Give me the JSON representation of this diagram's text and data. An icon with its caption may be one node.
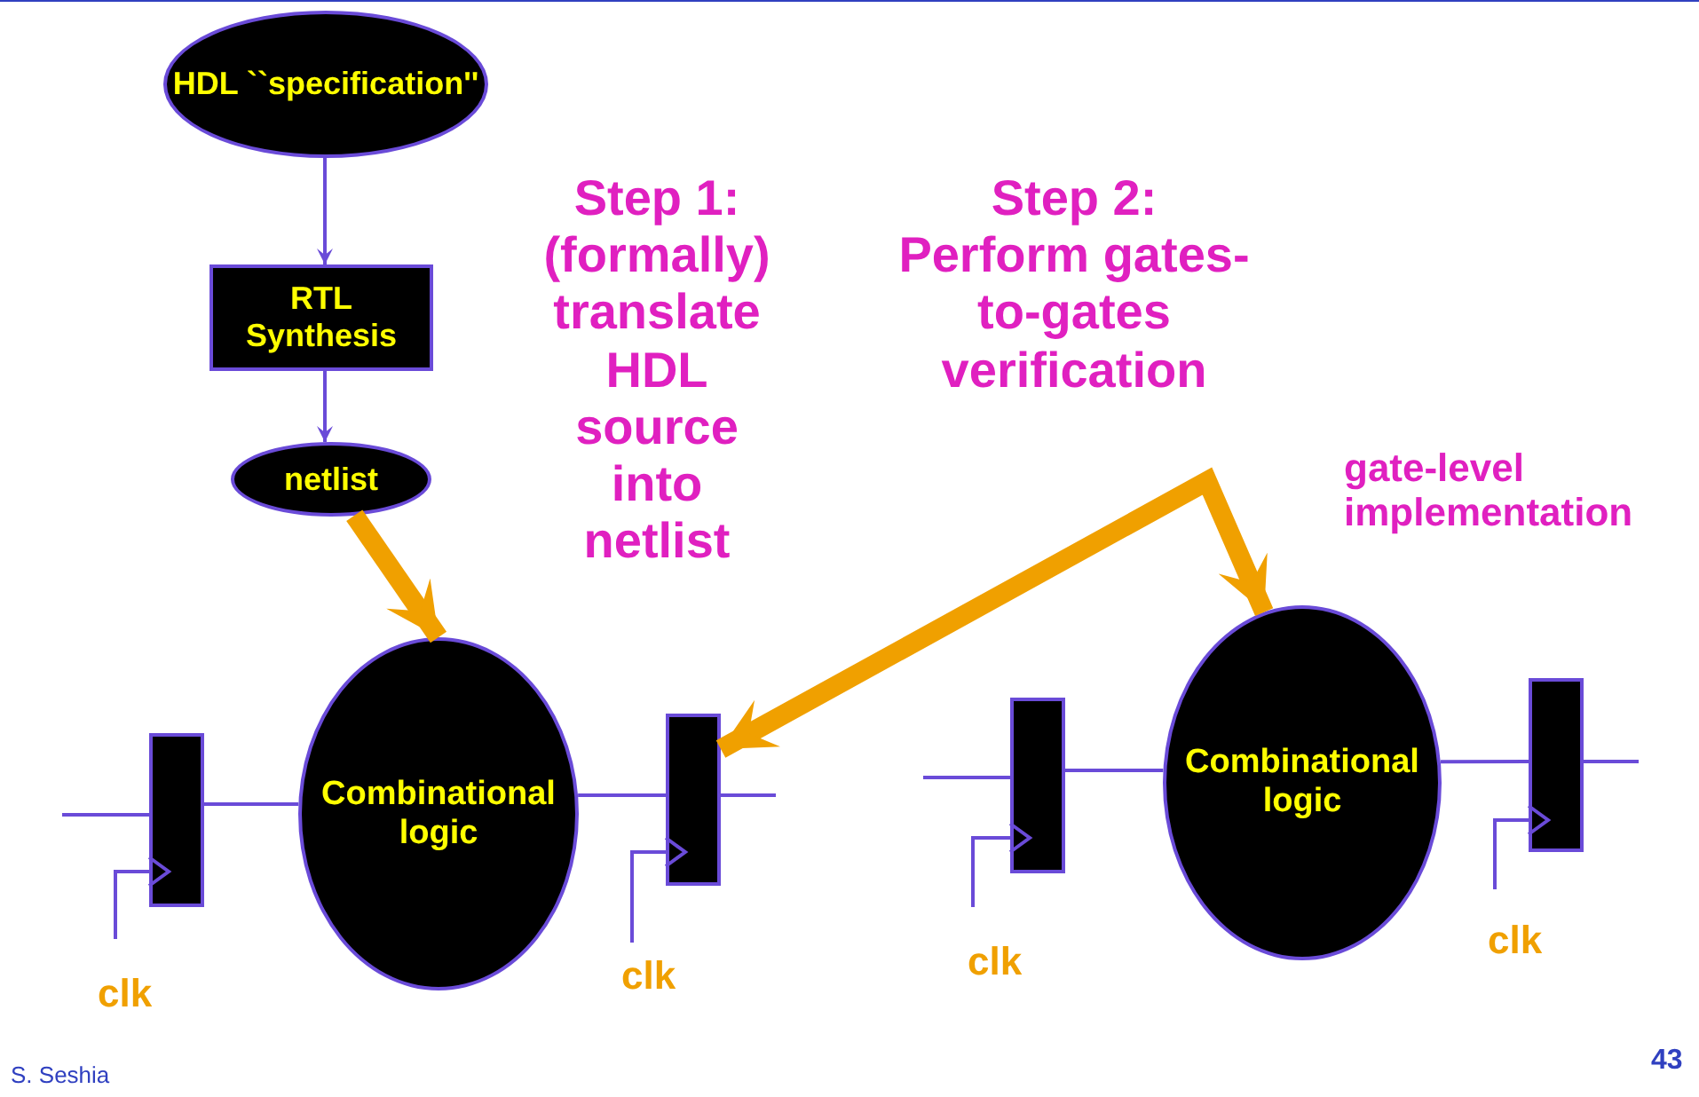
{
  "diagram": {
    "nodes": [
      {
        "text": [
          "HDL ``specification''"
        ]
      },
      {
        "text": [
          "RTL Synthesis"
        ]
      },
      {
        "text": [
          "netlist"
        ]
      },
      {
        "text": [],
        "shape": "box"
      },
      {
        "text": [
          "Combinational logic"
        ]
      },
      {
        "text": [],
        "shape": "box"
      },
      {
        "text": [],
        "shape": "box"
      },
      {
        "text": [
          "Combinational logic"
        ]
      },
      {
        "text": [],
        "shape": "box"
      }
    ],
    "edges": [
      {
        "from": 0,
        "to": 1,
        "arrow": "to"
      },
      {
        "from": 1,
        "to": 2,
        "arrow": "to"
      },
      {
        "from": 2,
        "to": 4,
        "arrow": "to",
        "style": "thick",
        "color": "#f0a000"
      },
      {
        "from": 5,
        "to": 7,
        "arrow": "both",
        "style": "thick",
        "color": "#f0a000"
      },
      {
        "from": null,
        "to": 3,
        "arrow": "none"
      },
      {
        "from": 3,
        "to": 4,
        "arrow": "none"
      },
      {
        "from": 4,
        "to": 5,
        "arrow": "none"
      },
      {
        "from": 5,
        "to": null,
        "arrow": "none"
      },
      {
        "from": null,
        "to": 6,
        "arrow": "none"
      },
      {
        "from": 6,
        "to": 7,
        "arrow": "none"
      },
      {
        "from": 7,
        "to": 8,
        "arrow": "none"
      },
      {
        "from": 8,
        "to": null,
        "arrow": "none"
      },
      {
        "from": null,
        "to": 3,
        "arrow": "to"
      },
      {
        "from": null,
        "to": 5,
        "arrow": "to"
      },
      {
        "from": null,
        "to": 6,
        "arrow": "to"
      },
      {
        "from": null,
        "to": 8,
        "arrow": "to"
      }
    ],
    "labels": [
      "Step 1: (formally) translate HDL source into netlist",
      "Step 2: Perform gates-to-gates verification",
      "gate-level implementation",
      "clk",
      "clk",
      "clk",
      "clk",
      "S. Seshia",
      "43"
    ]
  }
}
